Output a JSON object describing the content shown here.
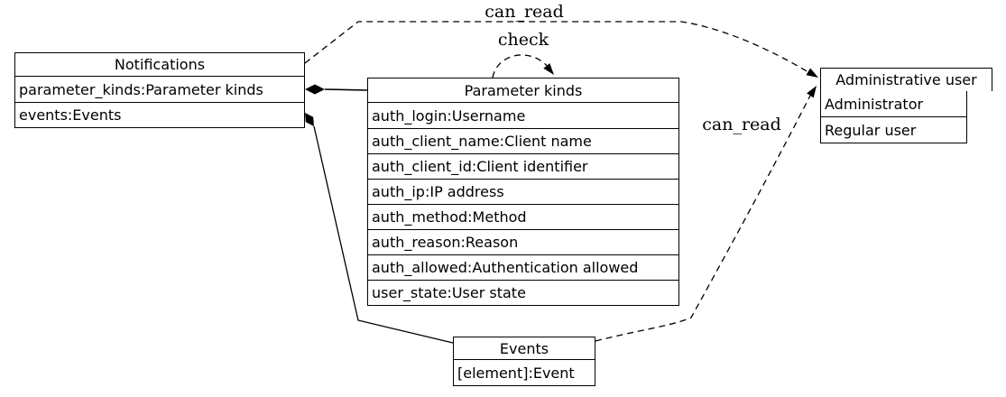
{
  "diagram": {
    "colors": {
      "ink": "#000000",
      "background": "#ffffff"
    },
    "nodes": {
      "notifications": {
        "title": "Notifications",
        "rows": [
          "parameter_kinds:Parameter kinds",
          "events:Events"
        ]
      },
      "parameter_kinds": {
        "title": "Parameter kinds",
        "rows": [
          "auth_login:Username",
          "auth_client_name:Client name",
          "auth_client_id:Client identifier",
          "auth_ip:IP address",
          "auth_method:Method",
          "auth_reason:Reason",
          "auth_allowed:Authentication allowed",
          "user_state:User state"
        ]
      },
      "events": {
        "title": "Events",
        "rows": [
          "[element]:Event"
        ]
      },
      "administrative_user": {
        "title": "Administrative user",
        "rows": [
          "Administrator",
          "Regular user"
        ]
      }
    },
    "edges": {
      "can_read_top": {
        "label": "can_read",
        "style": "dashed-arrow",
        "from": "Notifications",
        "to": "Administrative user"
      },
      "can_read_bottom": {
        "label": "can_read",
        "style": "dashed-arrow",
        "from": "Events",
        "to": "Administrative user"
      },
      "check_loop": {
        "label": "check",
        "style": "dashed-arrow-self-loop",
        "from": "Parameter kinds",
        "to": "Parameter kinds"
      },
      "compose_parameter_kinds": {
        "style": "solid-diamond",
        "from": "Notifications",
        "to": "Parameter kinds"
      },
      "compose_events": {
        "style": "solid-diamond",
        "from": "Notifications",
        "to": "Events"
      }
    }
  }
}
